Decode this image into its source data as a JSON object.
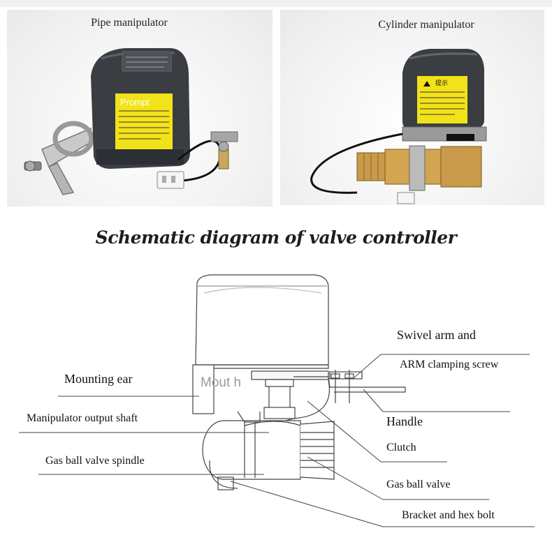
{
  "photos": {
    "pipe_caption": "Pipe manipulator",
    "cylinder_caption": "Cylinder manipulator",
    "prompt_label": "Prompt",
    "tip_label": "提示"
  },
  "diagram": {
    "title": "Schematic diagram of valve controller",
    "labels": {
      "swivel_arm": "Swivel arm and",
      "arm_clamping_screw": "ARM clamping screw",
      "mounting_ear": "Mounting ear",
      "mouth": "Mout h",
      "manipulator_output_shaft": "Manipulator output shaft",
      "handle": "Handle",
      "clutch": "Clutch",
      "gas_ball_valve_spindle": "Gas ball valve spindle",
      "gas_ball_valve": "Gas ball valve",
      "bracket_hex_bolt": "Bracket and hex bolt"
    }
  },
  "colors": {
    "housing": "#3a3d42",
    "warning_label": "#f2e21a",
    "brass": "#c89a4a",
    "line": "#444444"
  }
}
